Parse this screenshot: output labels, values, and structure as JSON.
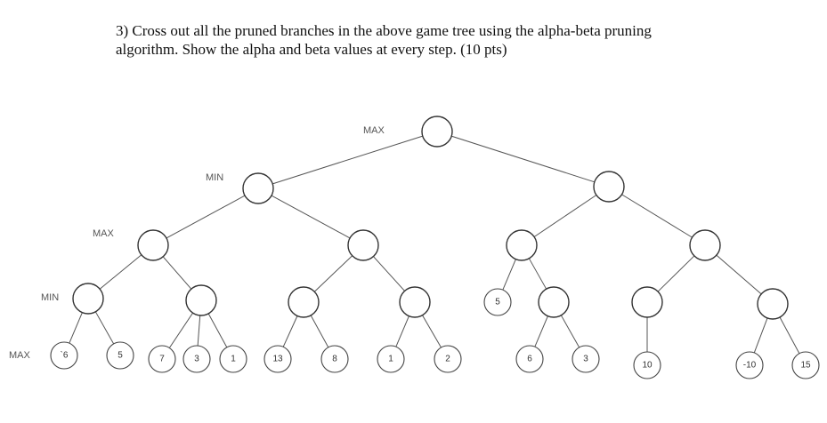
{
  "question": {
    "line1": "3) Cross out all the pruned branches in the above game tree using the alpha-beta pruning",
    "line2": "algorithm. Show the alpha and beta values at every step. (10 pts)"
  },
  "levels": {
    "l0": "MAX",
    "l1": "MIN",
    "l2": "MAX",
    "l3": "MIN",
    "l4": "MAX"
  },
  "tree": {
    "id": "root",
    "children": [
      {
        "id": "min-left",
        "children": [
          {
            "id": "max-a",
            "children": [
              {
                "id": "min-a",
                "children": [
                  {
                    "value": "`6"
                  },
                  {
                    "value": "5"
                  }
                ]
              },
              {
                "id": "min-b",
                "children": [
                  {
                    "value": "7"
                  },
                  {
                    "value": "3"
                  },
                  {
                    "value": "1"
                  }
                ]
              }
            ]
          },
          {
            "id": "max-b",
            "children": [
              {
                "id": "min-c",
                "children": [
                  {
                    "value": "13"
                  },
                  {
                    "value": "8"
                  }
                ]
              },
              {
                "id": "min-d",
                "children": [
                  {
                    "value": "1"
                  },
                  {
                    "value": "2"
                  }
                ]
              }
            ]
          }
        ]
      },
      {
        "id": "min-right",
        "children": [
          {
            "id": "max-c",
            "children": [
              {
                "value": "5"
              },
              {
                "id": "min-e",
                "children": [
                  {
                    "value": "6"
                  },
                  {
                    "value": "3"
                  }
                ]
              }
            ]
          },
          {
            "id": "max-d",
            "children": [
              {
                "id": "min-f",
                "children": [
                  {
                    "value": "10"
                  }
                ]
              },
              {
                "id": "min-g",
                "children": [
                  {
                    "value": "-10"
                  },
                  {
                    "value": "15"
                  }
                ]
              }
            ]
          }
        ]
      }
    ]
  }
}
